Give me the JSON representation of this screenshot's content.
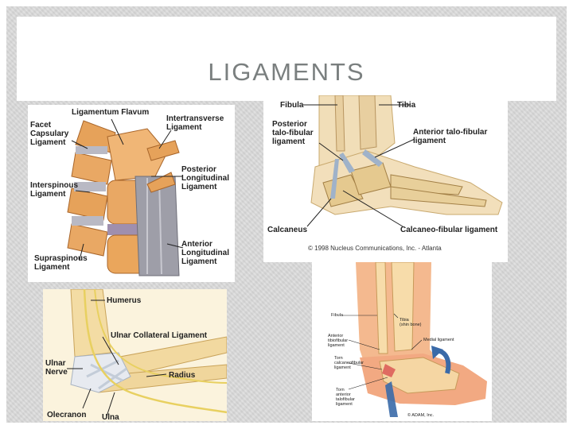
{
  "slide": {
    "title": "LIGAMENTS"
  },
  "spine": {
    "labels": {
      "ligamentum_flavum": "Ligamentum Flavum",
      "facet_capsulary": "Facet\nCapsulary\nLigament",
      "intertransverse": "Intertransverse\nLigament",
      "interspinous": "Interspinous\nLigament",
      "posterior_longitudinal": "Posterior\nLongitudinal\nLigament",
      "supraspinous": "Supraspinous\nLigament",
      "anterior_longitudinal": "Anterior\nLongitudinal\nLigament"
    }
  },
  "ankle": {
    "labels": {
      "fibula": "Fibula",
      "tibia": "Tibia",
      "posterior_talofibular": "Posterior\ntalo-fibular\nligament",
      "anterior_talofibular": "Anterior talo-fibular\nligament",
      "calcaneus": "Calcaneus",
      "calcaneofibular": "Calcaneo-fibular ligament",
      "copyright": "© 1998 Nucleus Communications, Inc. - Atlanta"
    }
  },
  "elbow": {
    "labels": {
      "humerus": "Humerus",
      "ulnar_collateral": "Ulnar Collateral Ligament",
      "ulnar_nerve": "Ulnar\nNerve",
      "radius": "Radius",
      "olecranon": "Olecranon",
      "ulna": "Ulna"
    }
  },
  "sprain": {
    "labels": {
      "fibula": "Fibula",
      "tibia": "Tibia\n(shin bone)",
      "anterior_tibiofibular": "Anterior\ntibiofibular\nligament",
      "medial": "Medial ligament",
      "torn_calcaneofibular": "Torn\ncalcaneofibular\nligament",
      "torn_anterior_talofibular": "Torn\nanterior\ntalofibular\nligament",
      "credit": "© ADAM, Inc."
    }
  }
}
